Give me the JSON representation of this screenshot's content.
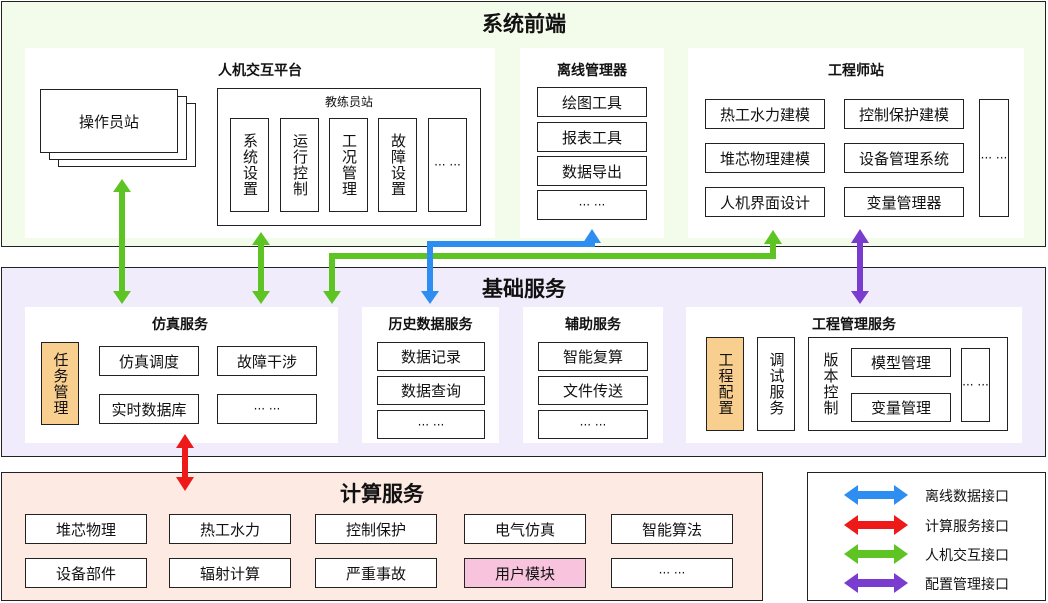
{
  "layers": {
    "front": "系统前端",
    "base": "基础服务",
    "compute": "计算服务"
  },
  "front": {
    "hmi": {
      "title": "人机交互平台",
      "operator": "操作员站",
      "instructor": {
        "title": "教练员站",
        "items": [
          "系统设置",
          "运行控制",
          "工况管理",
          "故障设置",
          "··· ···"
        ]
      }
    },
    "offline": {
      "title": "离线管理器",
      "items": [
        "绘图工具",
        "报表工具",
        "数据导出",
        "··· ···"
      ]
    },
    "engineer": {
      "title": "工程师站",
      "items": [
        "热工水力建模",
        "控制保护建模",
        "堆芯物理建模",
        "设备管理系统",
        "人机界面设计",
        "变量管理器"
      ],
      "more": "··· ···"
    }
  },
  "base": {
    "sim": {
      "title": "仿真服务",
      "task": "任务管理",
      "items": [
        "仿真调度",
        "故障干涉",
        "实时数据库",
        "··· ···"
      ]
    },
    "history": {
      "title": "历史数据服务",
      "items": [
        "数据记录",
        "数据查询",
        "··· ···"
      ]
    },
    "aux": {
      "title": "辅助服务",
      "items": [
        "智能复算",
        "文件传送",
        "··· ···"
      ]
    },
    "eng": {
      "title": "工程管理服务",
      "config": "工程配置",
      "debug": "调试服务",
      "version": "版本控制",
      "items": [
        "模型管理",
        "变量管理"
      ],
      "more": "··· ···"
    }
  },
  "compute": {
    "row1": [
      "堆芯物理",
      "热工水力",
      "控制保护",
      "电气仿真",
      "智能算法"
    ],
    "row2": [
      "设备部件",
      "辐射计算",
      "严重事故",
      "用户模块",
      "··· ···"
    ]
  },
  "legend": {
    "items": [
      {
        "label": "离线数据接口",
        "color": "#2e8df0"
      },
      {
        "label": "计算服务接口",
        "color": "#ee1a1a"
      },
      {
        "label": "人机交互接口",
        "color": "#5ec424"
      },
      {
        "label": "配置管理接口",
        "color": "#7a3bcf"
      }
    ]
  },
  "colors": {
    "front_bg": "#f3fbeb",
    "base_bg": "#f1ecfb",
    "compute_bg": "#fdebe3",
    "highlight_orange": "#f9cf8f",
    "highlight_pink": "#f8c3dc"
  }
}
